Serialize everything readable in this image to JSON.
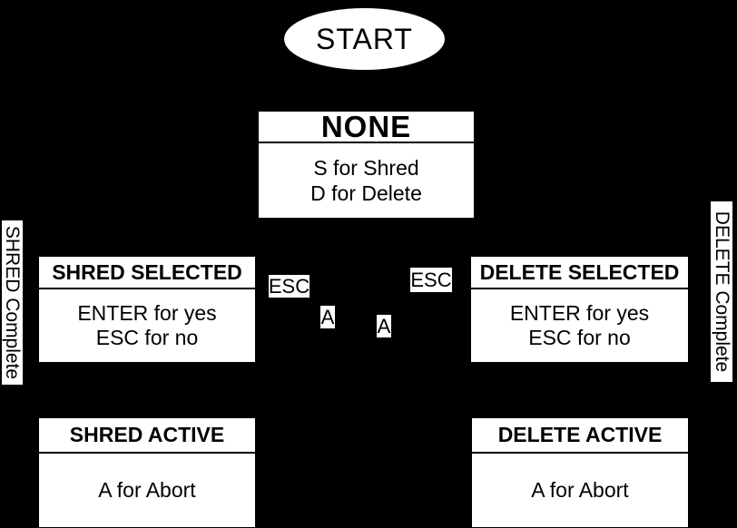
{
  "diagram": {
    "colors": {
      "background": "#000000",
      "node_fill": "#ffffff",
      "text": "#000000"
    },
    "start": {
      "label": "START"
    },
    "states": [
      {
        "id": "none",
        "title": "NONE",
        "body_lines": [
          "S for Shred",
          "D for Delete"
        ]
      },
      {
        "id": "shred-selected",
        "title": "SHRED SELECTED",
        "body_lines": [
          "ENTER for yes",
          "ESC for no"
        ]
      },
      {
        "id": "delete-selected",
        "title": "DELETE SELECTED",
        "body_lines": [
          "ENTER for yes",
          "ESC for no"
        ]
      },
      {
        "id": "shred-active",
        "title": "SHRED ACTIVE",
        "body_lines": [
          "A for Abort"
        ]
      },
      {
        "id": "delete-active",
        "title": "DELETE ACTIVE",
        "body_lines": [
          "A for Abort"
        ]
      }
    ],
    "edge_labels": [
      {
        "id": "esc-left",
        "text": "ESC"
      },
      {
        "id": "a-left",
        "text": "A"
      },
      {
        "id": "a-right",
        "text": "A"
      },
      {
        "id": "esc-right",
        "text": "ESC"
      }
    ],
    "side_labels": [
      {
        "id": "shred-complete",
        "text": "SHRED Complete"
      },
      {
        "id": "delete-complete",
        "text": "DELETE Complete"
      }
    ]
  }
}
